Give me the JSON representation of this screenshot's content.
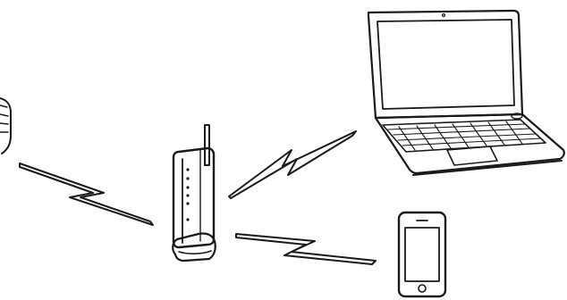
{
  "diagram": {
    "nodes": [
      {
        "id": "router",
        "icon": "wireless-router-icon"
      },
      {
        "id": "laptop",
        "icon": "laptop-icon"
      },
      {
        "id": "smartphone",
        "icon": "smartphone-icon"
      },
      {
        "id": "partial-device",
        "icon": "partial-device-icon"
      }
    ],
    "links": [
      {
        "from": "router",
        "to": "laptop",
        "icon": "wireless-signal-icon"
      },
      {
        "from": "router",
        "to": "smartphone",
        "icon": "wireless-signal-icon"
      },
      {
        "from": "router",
        "to": "partial-device",
        "icon": "wireless-signal-icon"
      }
    ],
    "colors": {
      "stroke": "#1a1a1a",
      "background": "#ffffff",
      "fill": "#ffffff"
    }
  }
}
